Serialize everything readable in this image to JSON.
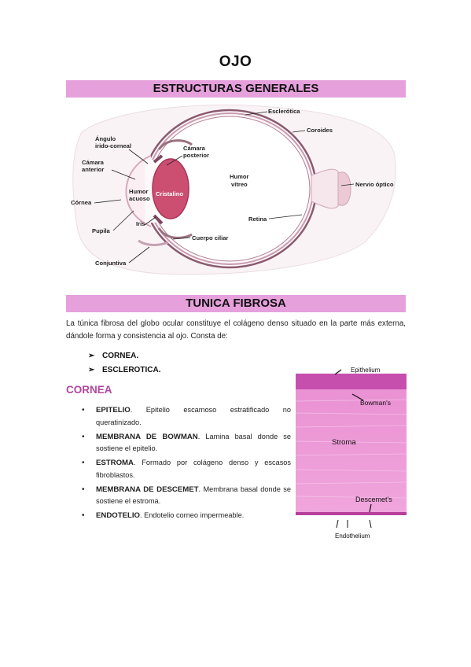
{
  "title": "OJO",
  "section1": {
    "heading": "ESTRUCTURAS GENERALES"
  },
  "diagram": {
    "labels": {
      "esclerotica": "Esclerótica",
      "coroides": "Coroides",
      "angulo1": "Ángulo",
      "angulo2": "irido-corneal",
      "camara_post1": "Cámara",
      "camara_post2": "posterior",
      "camara_ant1": "Cámara",
      "camara_ant2": "anterior",
      "humor_vitreo1": "Humor",
      "humor_vitreo2": "vítreo",
      "humor_acuoso1": "Humor",
      "humor_acuoso2": "acuoso",
      "cristalino": "Cristalino",
      "nervio": "Nervio óptico",
      "cornea": "Córnea",
      "retina": "Retina",
      "iris": "Iris",
      "pupila": "Pupila",
      "cuerpo_ciliar": "Cuerpo ciliar",
      "conjuntiva": "Conjuntiva"
    }
  },
  "section2": {
    "heading": "TUNICA FIBROSA",
    "paragraph": "La túnica fibrosa del globo ocular constituye el colágeno denso situado en la parte más externa, dándole forma y consistencia al ojo. Consta de:",
    "items": [
      "CORNEA.",
      "ESCLEROTICA."
    ],
    "arrow_symbol": "➢"
  },
  "cornea": {
    "heading": "CORNEA",
    "bullet_symbol": "•",
    "bullets": [
      {
        "term": "EPITELIO",
        "desc": ". Epitelio escamoso estratificado no queratinizado."
      },
      {
        "term": "MEMBRANA DE BOWMAN",
        "desc": ". Lamina basal donde se sostiene el epitelio."
      },
      {
        "term": "ESTROMA",
        "desc": ". Formado por colágeno denso y escasos fibroblastos."
      },
      {
        "term": "MEMBRANA DE DESCEMET",
        "desc": ". Membrana basal donde se sostiene el estroma."
      },
      {
        "term": "ENDOTELIO",
        "desc": ". Endotelio corneo impermeable."
      }
    ]
  },
  "histology": {
    "labels": {
      "epithelium": "Epithelium",
      "bowman": "Bowman's",
      "stroma": "Stroma",
      "descemet": "Descemet's",
      "endothelium": "Endothelium"
    }
  }
}
